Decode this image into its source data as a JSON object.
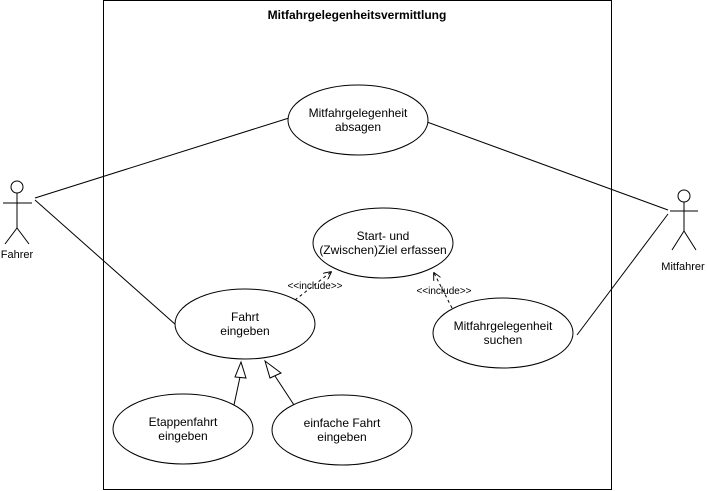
{
  "system": {
    "title": "Mitfahrgelegenheitsvermittlung"
  },
  "actors": {
    "fahrer": {
      "label": "Fahrer"
    },
    "mitfahrer": {
      "label": "Mitfahrer"
    }
  },
  "use_cases": {
    "absagen": {
      "line1": "Mitfahrgelegenheit",
      "line2": "absagen"
    },
    "ziel_erfassen": {
      "line1": "Start- und",
      "line2": "(Zwischen)Ziel erfassen"
    },
    "fahrt_eingeben": {
      "line1": "Fahrt",
      "line2": "eingeben"
    },
    "suchen": {
      "line1": "Mitfahrgelegenheit",
      "line2": "suchen"
    },
    "etappenfahrt": {
      "line1": "Etappenfahrt",
      "line2": "eingeben"
    },
    "einfache_fahrt": {
      "line1": "einfache Fahrt",
      "line2": "eingeben"
    }
  },
  "relations": {
    "include_left": "<<include>>",
    "include_right": "<<include>>"
  }
}
